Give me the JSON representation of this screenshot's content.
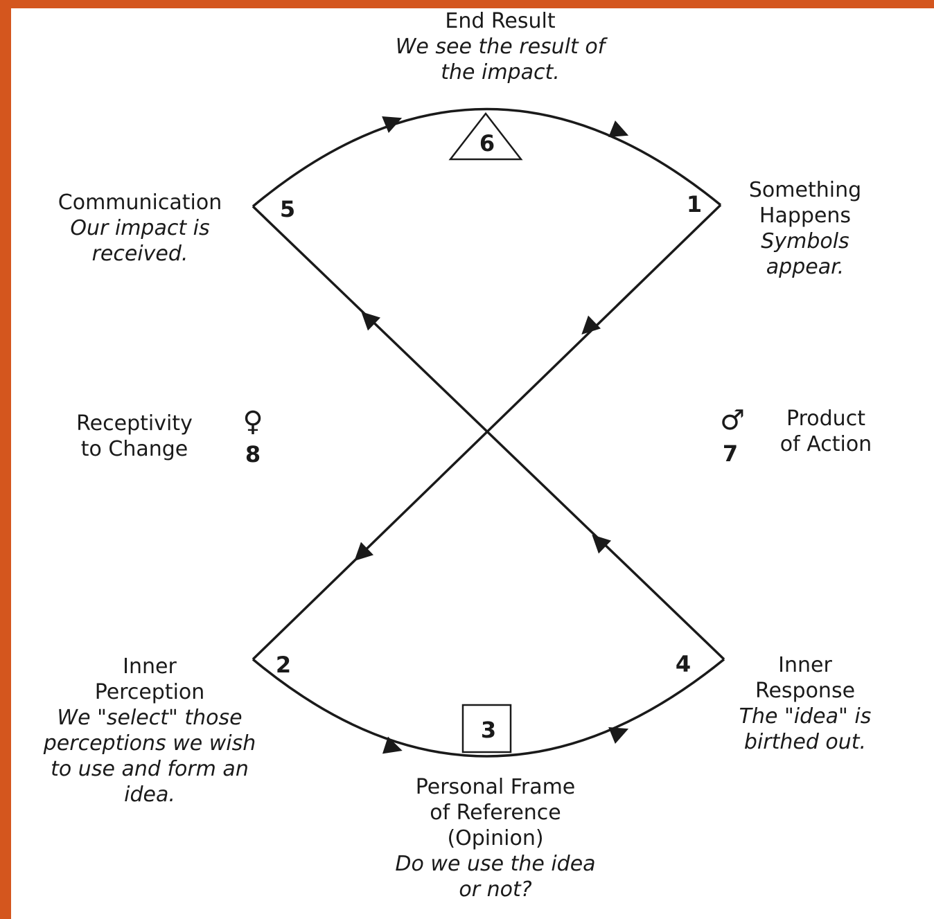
{
  "nodes": {
    "n1": {
      "number": "1",
      "title": [
        "Something",
        "Happens"
      ],
      "desc": [
        "Symbols",
        "appear."
      ]
    },
    "n2": {
      "number": "2",
      "title": [
        "Inner",
        "Perception"
      ],
      "desc": [
        "We \"select\"  those",
        "perceptions we wish",
        "to use and form an",
        "idea."
      ]
    },
    "n3": {
      "number": "3",
      "title": [
        "Personal Frame",
        "of Reference",
        "(Opinion)"
      ],
      "desc": [
        "Do we use the idea",
        "or not?"
      ]
    },
    "n4": {
      "number": "4",
      "title": [
        "Inner",
        "Response"
      ],
      "desc": [
        "The \"idea\" is",
        "birthed out."
      ]
    },
    "n5": {
      "number": "5",
      "title": [
        "Communication"
      ],
      "desc": [
        "Our impact is",
        "received."
      ]
    },
    "n6": {
      "number": "6",
      "title": [
        "End Result"
      ],
      "desc": [
        "We see the result of",
        "the impact."
      ]
    },
    "n7": {
      "number": "7",
      "symbol": "♂",
      "title": [
        "Product",
        "of Action"
      ]
    },
    "n8": {
      "number": "8",
      "symbol": "♀",
      "title": [
        "Receptivity",
        "to Change"
      ]
    }
  },
  "colors": {
    "frame": "#d4561e",
    "ink": "#1a1a1a",
    "background": "#ffffff"
  }
}
